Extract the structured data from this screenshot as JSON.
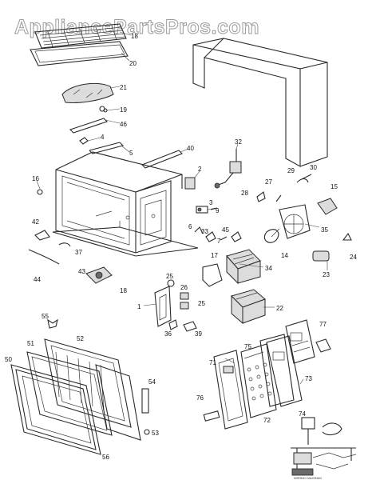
{
  "watermark": "AppliancePartsPros.com",
  "callouts": [
    "18",
    "20",
    "21",
    "19",
    "46",
    "4",
    "5",
    "40",
    "2",
    "32",
    "27",
    "28",
    "29",
    "30",
    "15",
    "3",
    "9",
    "16",
    "42",
    "37",
    "44",
    "43",
    "18",
    "6",
    "33",
    "7",
    "45",
    "35",
    "14",
    "24",
    "23",
    "17",
    "34",
    "1",
    "25",
    "26",
    "25",
    "36",
    "39",
    "22",
    "55",
    "51",
    "52",
    "50",
    "54",
    "53",
    "56",
    "75",
    "71",
    "72",
    "74",
    "73",
    "77",
    "76"
  ],
  "label_plate": {
    "text": "WIRING DIAGRAM"
  },
  "colors": {
    "line": "#2a2a2a",
    "watermark_stroke": "#9a9a9a"
  }
}
